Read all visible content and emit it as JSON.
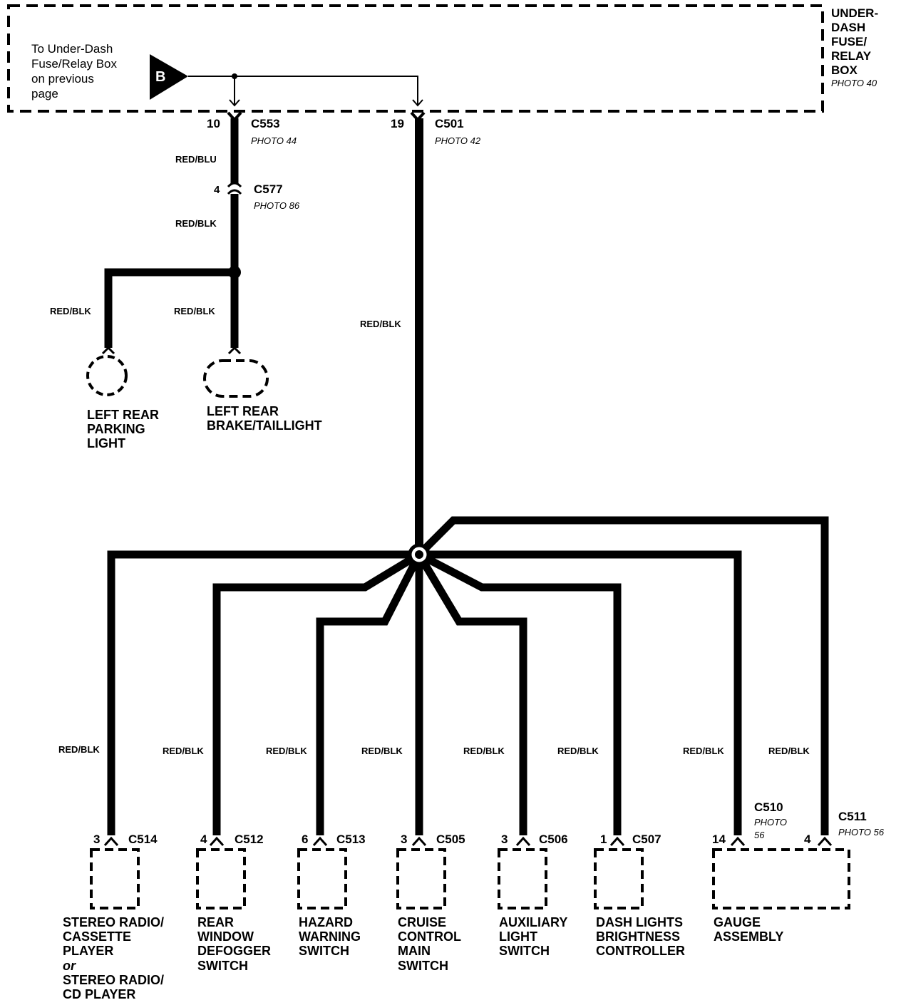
{
  "fuse_box": {
    "name_lines": [
      "UNDER-",
      "DASH",
      "FUSE/",
      "RELAY",
      "BOX"
    ],
    "photo": "PHOTO 40",
    "note_lines": [
      "To Under-Dash",
      "Fuse/Relay Box",
      "on previous",
      "page"
    ],
    "connector_symbol": "B"
  },
  "upper_connectors": {
    "c553": {
      "pin": "10",
      "name": "C553",
      "photo": "PHOTO 44"
    },
    "c501": {
      "pin": "19",
      "name": "C501",
      "photo": "PHOTO 42"
    },
    "c577": {
      "pin": "4",
      "name": "C577",
      "photo": "PHOTO 86"
    }
  },
  "wires": {
    "red_blu": "RED/BLU",
    "red_blk": "RED/BLK"
  },
  "lights": {
    "parking": [
      "LEFT REAR",
      "PARKING",
      "LIGHT"
    ],
    "brake": [
      "LEFT REAR",
      "BRAKE/TAILLIGHT"
    ]
  },
  "components": [
    {
      "pin": "3",
      "connector": "C514",
      "photo": "",
      "label_lines": [
        "STEREO RADIO/",
        "CASSETTE",
        "PLAYER",
        "or",
        "STEREO RADIO/",
        "CD PLAYER"
      ]
    },
    {
      "pin": "4",
      "connector": "C512",
      "photo": "",
      "label_lines": [
        "REAR",
        "WINDOW",
        "DEFOGGER",
        "SWITCH"
      ]
    },
    {
      "pin": "6",
      "connector": "C513",
      "photo": "",
      "label_lines": [
        "HAZARD",
        "WARNING",
        "SWITCH"
      ]
    },
    {
      "pin": "3",
      "connector": "C505",
      "photo": "",
      "label_lines": [
        "CRUISE",
        "CONTROL",
        "MAIN",
        "SWITCH"
      ]
    },
    {
      "pin": "3",
      "connector": "C506",
      "photo": "",
      "label_lines": [
        "AUXILIARY",
        "LIGHT",
        "SWITCH"
      ]
    },
    {
      "pin": "1",
      "connector": "C507",
      "photo": "",
      "label_lines": [
        "DASH LIGHTS",
        "BRIGHTNESS",
        "CONTROLLER"
      ]
    },
    {
      "pin": "14",
      "connector": "C510",
      "photo_lines": [
        "PHOTO",
        "56"
      ],
      "label_lines": [
        "GAUGE",
        "ASSEMBLY"
      ]
    },
    {
      "pin": "4",
      "connector": "C511",
      "photo": "PHOTO 56",
      "label_lines": []
    }
  ],
  "colors": {
    "ink": "#000000",
    "paper": "#ffffff"
  }
}
